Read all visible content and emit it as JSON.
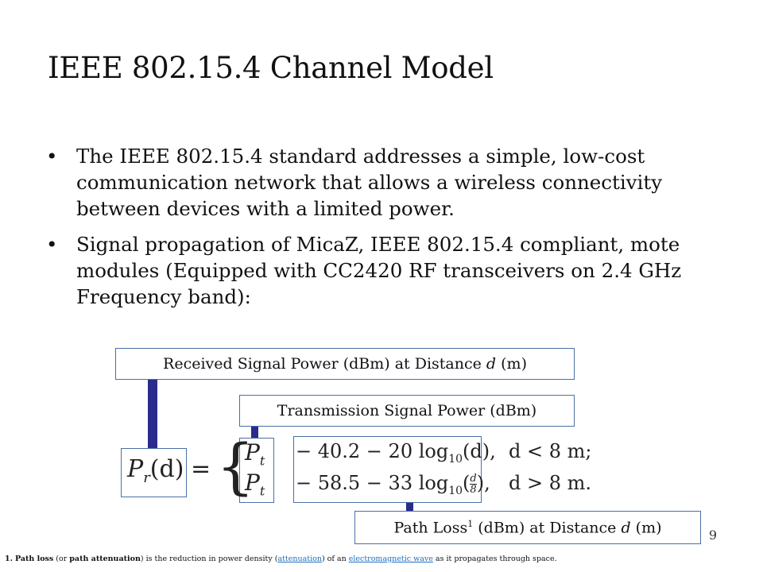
{
  "slide": {
    "title": "IEEE 802.15.4 Channel Model",
    "bullets": [
      "The IEEE 802.15.4 standard addresses a simple, low-cost communication network that allows a wireless connectivity between devices with a limited power.",
      "Signal propagation of MicaZ, IEEE 802.15.4 compliant, mote modules (Equipped with CC2420 RF transceivers on 2.4 GHz Frequency band):"
    ],
    "bullet_marker": "•",
    "page_number": "9"
  },
  "diagram": {
    "received_label_prefix": "Received Signal Power (dBm) at Distance ",
    "received_label_var": "d",
    "received_label_suffix": " (m)",
    "transmission_label": "Transmission Signal Power (dBm)",
    "path_loss_label_prefix": "Path Loss",
    "path_loss_sup": "1",
    "path_loss_label_mid": " (dBm) at Distance ",
    "path_loss_label_var": "d",
    "path_loss_label_suffix": " (m)",
    "bar_color": "#2b2b8c",
    "box_color": "#4a6fa5"
  },
  "equation": {
    "lhs": "P",
    "lhs_sub": "r",
    "lhs_arg": "(d)",
    "equals": "=",
    "brace": "{",
    "row1_pt": "P",
    "row1_pt_sub": "t",
    "row1_loss": "− 40.2 − 20 log",
    "row1_log_sub": "10",
    "row1_arg": "(d),",
    "row1_cond": "d < 8 m;",
    "row2_pt": "P",
    "row2_pt_sub": "t",
    "row2_loss": "− 58.5 − 33 log",
    "row2_log_sub": "10",
    "row2_arg_open": "(",
    "row2_frac_num": "d",
    "row2_frac_den": "8",
    "row2_arg_close": "),",
    "row2_cond": "d > 8 m."
  },
  "footnote": {
    "number": "1.",
    "term": "Path loss",
    "or_text": " (or ",
    "alt_term": "path attenuation",
    "mid_text": ") is the reduction in power density (",
    "link1": "attenuation",
    "mid_text2": ") of an ",
    "link2": "electromagnetic wave",
    "end_text": " as it propagates through space."
  }
}
